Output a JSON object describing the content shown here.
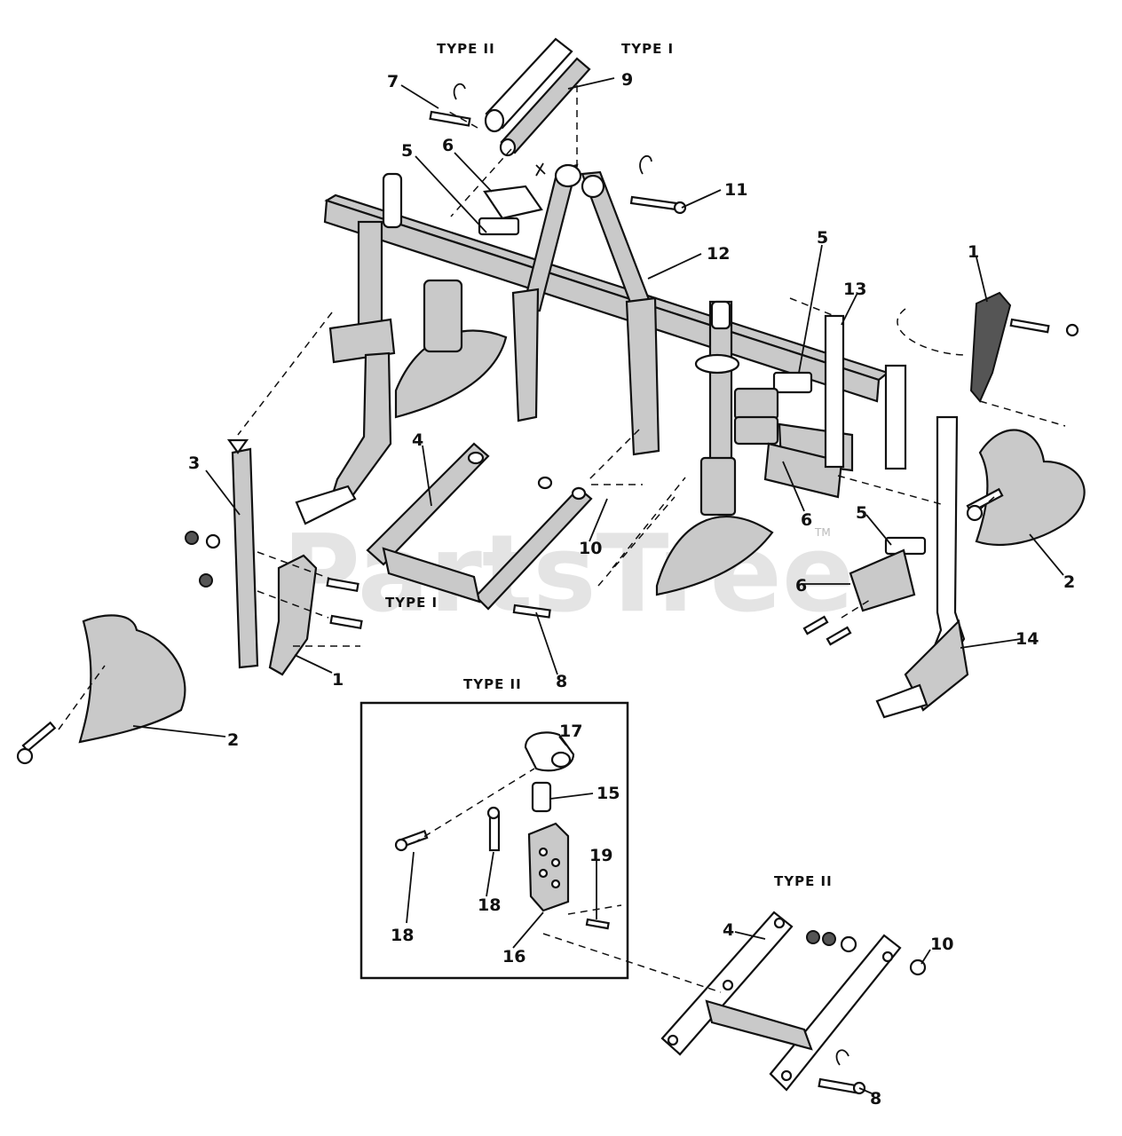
{
  "watermark": {
    "text": "PartsTree",
    "trademark": "TM"
  },
  "type_labels": {
    "top_type_ii": "TYPE II",
    "top_type_i": "TYPE I",
    "bracket_type_i": "TYPE I",
    "inset_type_ii": "TYPE II",
    "lower_type_ii": "TYPE II"
  },
  "callouts": {
    "c1_right": "1",
    "c1_left": "1",
    "c2_right": "2",
    "c2_left": "2",
    "c3": "3",
    "c4_upper": "4",
    "c4_lower": "4",
    "c5_left": "5",
    "c5_mid": "5",
    "c5_right": "5",
    "c6_top": "6",
    "c6_mid": "6",
    "c6_lower": "6",
    "c7": "7",
    "c8_upper": "8",
    "c8_lower": "8",
    "c9": "9",
    "c10_upper": "10",
    "c10_lower": "10",
    "c11": "11",
    "c12": "12",
    "c13": "13",
    "c14": "14",
    "c15": "15",
    "c16": "16",
    "c17": "17",
    "c18_left": "18",
    "c18_mid": "18",
    "c19": "19"
  }
}
